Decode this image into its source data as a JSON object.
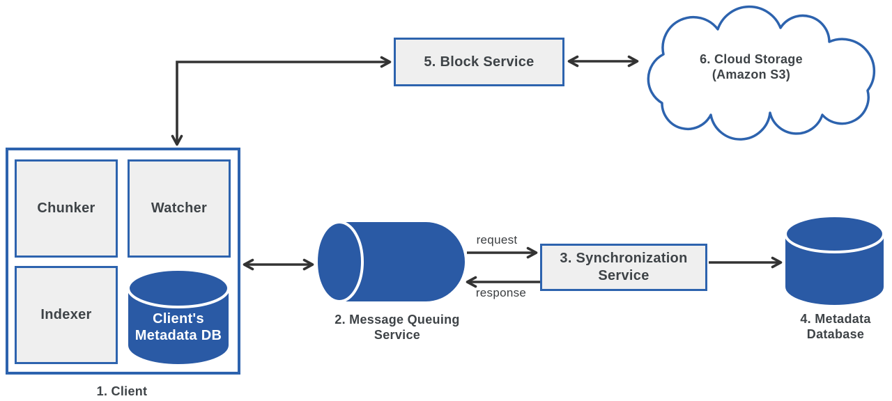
{
  "diagram": {
    "client": {
      "label": "1. Client",
      "chunker": "Chunker",
      "watcher": "Watcher",
      "indexer": "Indexer",
      "metadata_db": {
        "line1": "Client's",
        "line2": "Metadata DB"
      }
    },
    "message_queue": {
      "line1": "2. Message Queuing",
      "line2": "Service"
    },
    "sync_service": {
      "line1": "3. Synchronization",
      "line2": "Service"
    },
    "metadata_database": {
      "line1": "4. Metadata",
      "line2": "Database"
    },
    "block_service": {
      "label": "5. Block Service"
    },
    "cloud_storage": {
      "line1": "6. Cloud Storage",
      "line2": "(Amazon S3)"
    },
    "edges": {
      "request": "request",
      "response": "response"
    },
    "colors": {
      "node_fill_blue": "#2a5aa5",
      "border_blue": "#2d63ae",
      "box_fill_gray": "#efefef",
      "arrow": "#333333",
      "text": "#3e4347",
      "db_text": "#ffffff"
    }
  }
}
